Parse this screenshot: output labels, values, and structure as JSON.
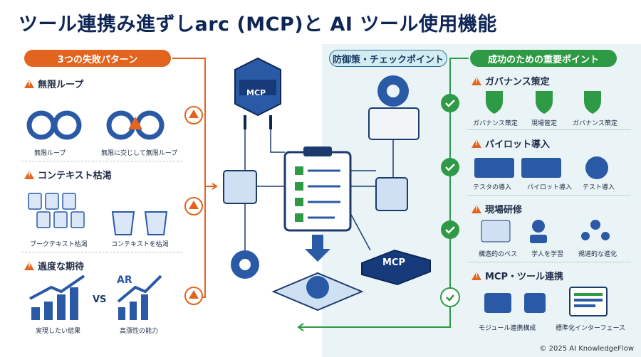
{
  "title": "ツール連携み進ずしarc (MCP)と AI ツール使用機能",
  "left": {
    "header": "3つの失敗パターン",
    "sections": [
      {
        "title": "無限ループ",
        "captions": [
          "無限ループ",
          "無限に交じして無限ループ"
        ]
      },
      {
        "title": "コンテキスト枯渇",
        "captions": [
          "ブークテキスト枯渇",
          "コンテキストを枯渇"
        ]
      },
      {
        "title": "過度な期待",
        "captions": [
          "実現したい結果",
          "高漲性の能力"
        ],
        "vs": "VS",
        "ar": "AR"
      }
    ]
  },
  "center": {
    "header": "防御策・チェックポイント",
    "mcp_top": "MCP",
    "mcp_bottom": "MCP"
  },
  "right": {
    "header": "成功のための重要ポイント",
    "sections": [
      {
        "title": "ガバナンス策定",
        "captions": [
          "ガバナンス策定",
          "現場管定",
          "ガバナンス策定"
        ]
      },
      {
        "title": "パイロット導入",
        "captions": [
          "テスタの導入",
          "パイロット導入",
          "テスト導入"
        ]
      },
      {
        "title": "現場研修",
        "captions": [
          "構造的のベス",
          "学人を学習",
          "規道的な進化"
        ]
      },
      {
        "title": "MCP・ツール連携",
        "captions": [
          "モジュール連携構成",
          "標準化インターフェース"
        ]
      }
    ]
  },
  "footer": "© 2025 AI KnowledgeFlow",
  "colors": {
    "orange": "#e3641f",
    "green": "#2f9a46",
    "navy": "#0e2656",
    "blue": "#2a5aa5",
    "panel": "#eaf4f7"
  }
}
